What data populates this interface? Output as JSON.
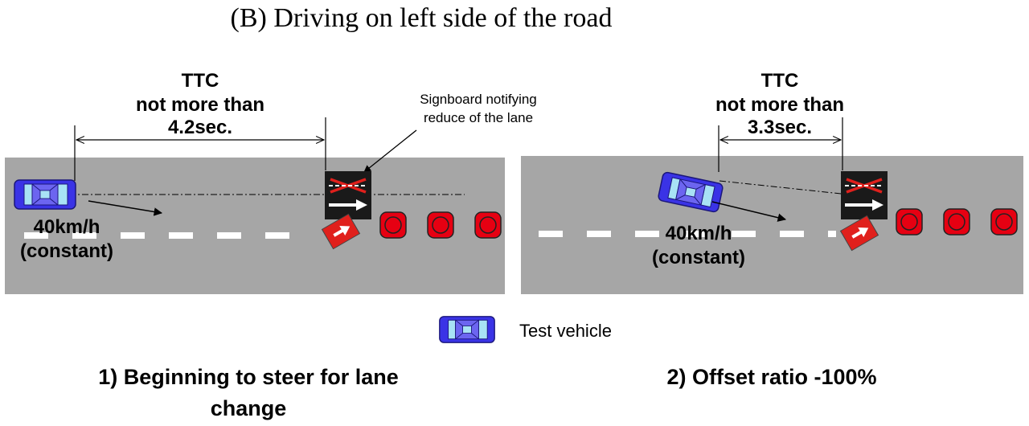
{
  "title": "(B)  Driving on left side of the road",
  "panels": [
    {
      "ttc_label": "TTC",
      "ttc_line2": "not more than",
      "ttc_value": "4.2sec.",
      "speed": "40km/h",
      "speed_note": "(constant)",
      "caption_line1": "1) Beginning to steer for lane",
      "caption_line2": "change"
    },
    {
      "ttc_label": "TTC",
      "ttc_line2": "not more than",
      "ttc_value": "3.3sec.",
      "speed": "40km/h",
      "speed_note": "(constant)",
      "caption_line1": "2) Offset ratio -100%"
    }
  ],
  "signboard_note_line1": "Signboard notifying",
  "signboard_note_line2": "reduce of the lane",
  "legend_label": "Test vehicle",
  "colors": {
    "road": "#a6a6a6",
    "lane_marking": "#ffffff",
    "vehicle": "#3a33e6",
    "vehicle_glass": "#a8e2f5",
    "cone": "#e60012",
    "sign_red": "#e0201c",
    "sign_dark": "#1a1a1a"
  }
}
